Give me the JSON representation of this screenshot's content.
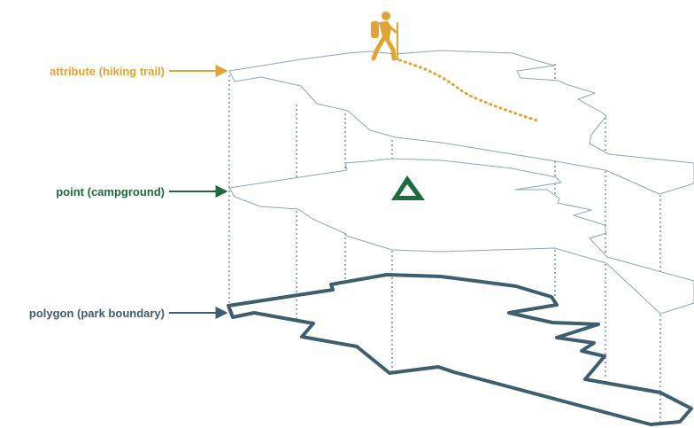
{
  "labels": {
    "attribute": "attribute (hiking trail)",
    "point": "point (campground)",
    "polygon": "polygon (park boundary)"
  },
  "colors": {
    "attribute": "#e3a235",
    "point": "#1e6b3c",
    "polygon": "#3c5e6e",
    "sheet_outline": "#8fa6b4"
  },
  "icons": {
    "hiker": "hiker-icon",
    "campground": "tent-icon",
    "arrow": "arrow-right-icon"
  }
}
